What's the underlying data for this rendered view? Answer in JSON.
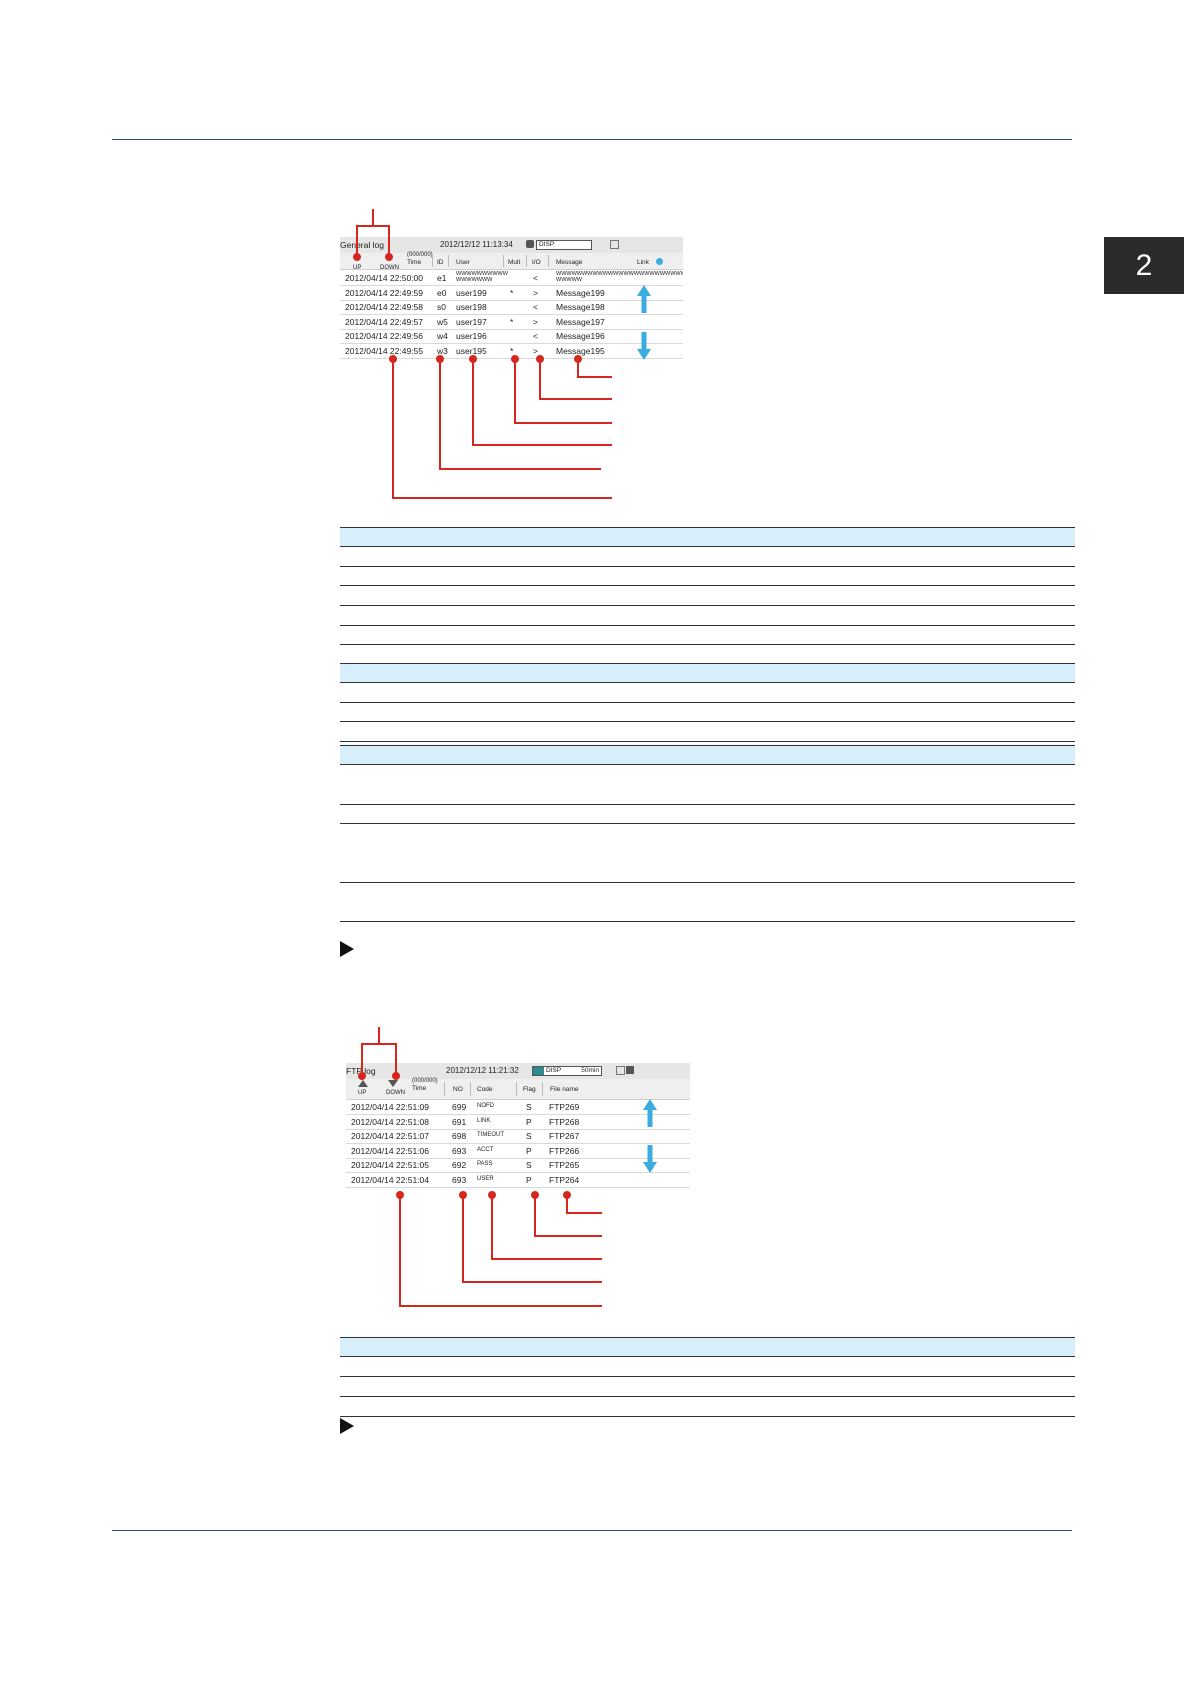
{
  "page": {
    "chapter_tab": "2"
  },
  "general_log": {
    "title": "General log",
    "datetime": "2012/12/12  11:13:34",
    "disp_label": "DISP",
    "page_counter": "(000/000)",
    "headers": {
      "up": "UP",
      "down": "DOWN",
      "time": "Time",
      "id": "ID",
      "user": "User",
      "mult": "Mult",
      "io": "I/O",
      "message": "Message",
      "link": "Link"
    },
    "rows": [
      {
        "time": "2012/04/14  22:50:00",
        "id": "e1",
        "user": "WWWWWWWWWW\nWWWWWWW",
        "mult": "",
        "io": "<",
        "message": "WWWWWWWWWWWWWWWWWWWWWWWWWWWWWW\nWWWWW"
      },
      {
        "time": "2012/04/14  22:49:59",
        "id": "e0",
        "user": "user199",
        "mult": "*",
        "io": ">",
        "message": "Message199"
      },
      {
        "time": "2012/04/14  22:49:58",
        "id": "s0",
        "user": "user198",
        "mult": "",
        "io": "<",
        "message": "Message198"
      },
      {
        "time": "2012/04/14  22:49:57",
        "id": "w5",
        "user": "user197",
        "mult": "*",
        "io": ">",
        "message": "Message197"
      },
      {
        "time": "2012/04/14  22:49:56",
        "id": "w4",
        "user": "user196",
        "mult": "",
        "io": "<",
        "message": "Message196"
      },
      {
        "time": "2012/04/14  22:49:55",
        "id": "w3",
        "user": "user195",
        "mult": "*",
        "io": ">",
        "message": "Message195"
      }
    ]
  },
  "ftp_log": {
    "title": "FTP log",
    "datetime": "2012/12/12  11:21:32",
    "disp_label": "DISP",
    "disp_rate": "50min",
    "page_counter": "(000/000)",
    "headers": {
      "up": "UP",
      "down": "DOWN",
      "time": "Time",
      "no": "NO",
      "code": "Code",
      "flag": "Flag",
      "file_name": "File  name"
    },
    "rows": [
      {
        "time": "2012/04/14  22:51:09",
        "no": "699",
        "code": "NOFD",
        "flag": "S",
        "file": "FTP269"
      },
      {
        "time": "2012/04/14  22:51:08",
        "no": "691",
        "code": "LINK",
        "flag": "P",
        "file": "FTP268"
      },
      {
        "time": "2012/04/14  22:51:07",
        "no": "698",
        "code": "TIMEOUT",
        "flag": "S",
        "file": "FTP267"
      },
      {
        "time": "2012/04/14  22:51:06",
        "no": "693",
        "code": "ACCT",
        "flag": "P",
        "file": "FTP266"
      },
      {
        "time": "2012/04/14  22:51:05",
        "no": "692",
        "code": "PASS",
        "flag": "S",
        "file": "FTP265"
      },
      {
        "time": "2012/04/14  22:51:04",
        "no": "693",
        "code": "USER",
        "flag": "P",
        "file": "FTP264"
      }
    ]
  },
  "colors": {
    "callout": "#d7261e",
    "scroll_arrow": "#3aace0",
    "table_header": "#d7eefb",
    "rule": "#2d4a7a"
  }
}
